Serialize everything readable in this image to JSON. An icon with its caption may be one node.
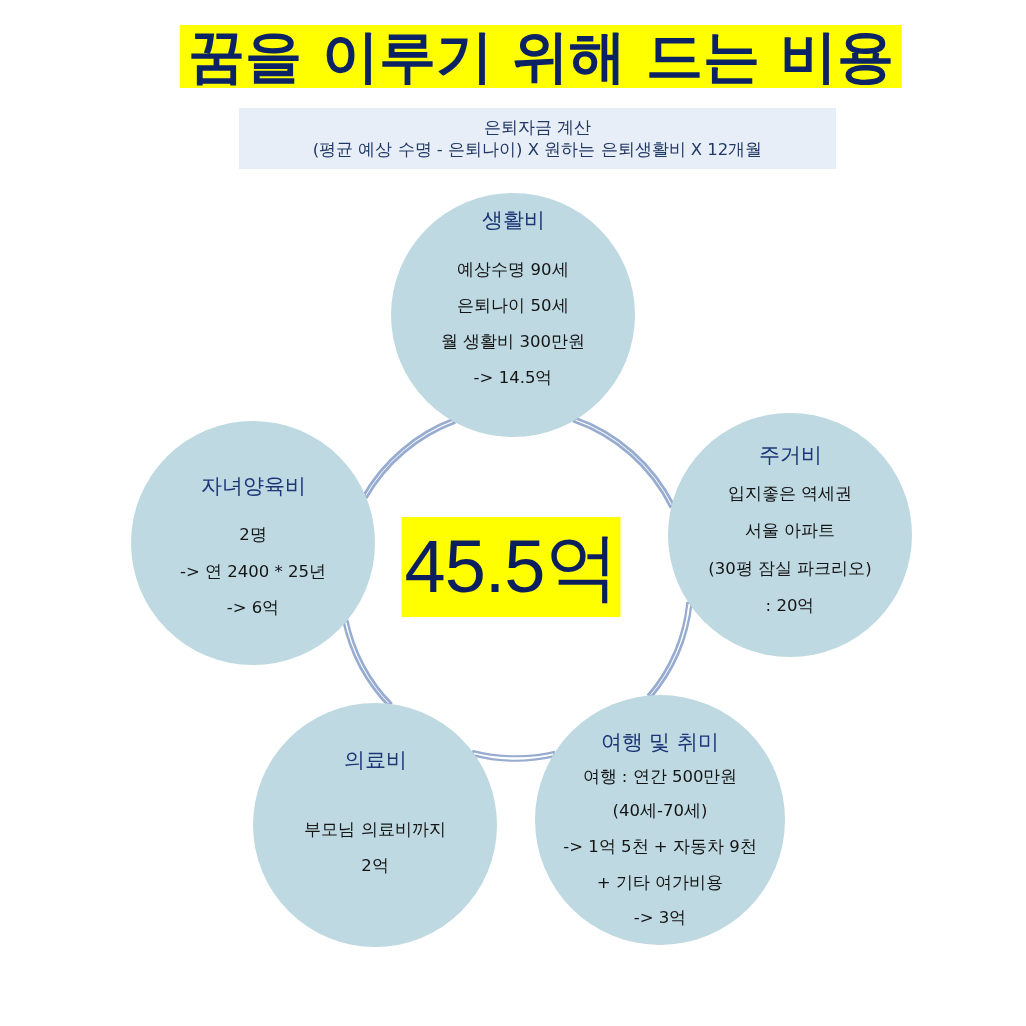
{
  "diagram": {
    "title": "꿈을 이루기 위해 드는 비용",
    "nodes": [
      {
        "text": [
          "은퇴자금 계산",
          "(평균 예상 수명 - 은퇴나이) X 원하는 은퇴생활비 X 12개월"
        ]
      },
      {
        "text": [
          "45.5억"
        ]
      },
      {
        "text": [
          "생활비",
          "예상수명 90세",
          "은퇴나이 50세",
          "월 생활비 300만원",
          "-> 14.5억"
        ]
      },
      {
        "text": [
          "자녀양육비",
          "2명",
          "-> 연 2400 * 25년",
          "-> 6억"
        ]
      },
      {
        "text": [
          "주거비",
          "입지좋은 역세권",
          "서울 아파트",
          "(30평 잠실 파크리오)",
          ": 20억"
        ]
      },
      {
        "text": [
          "의료비",
          "부모님 의료비까지",
          "2억"
        ]
      },
      {
        "text": [
          "여행 및 취미",
          "여행 : 연간 500만원",
          "(40세-70세)",
          "-> 1억 5천 + 자동차 9천",
          "+ 기타 여가비용",
          "-> 3억"
        ]
      }
    ],
    "edges": [
      {
        "from": 2,
        "to": 4,
        "arrow": "none"
      },
      {
        "from": 4,
        "to": 6,
        "arrow": "none"
      },
      {
        "from": 6,
        "to": 5,
        "arrow": "none"
      },
      {
        "from": 5,
        "to": 3,
        "arrow": "none"
      },
      {
        "from": 3,
        "to": 2,
        "arrow": "none"
      }
    ]
  }
}
